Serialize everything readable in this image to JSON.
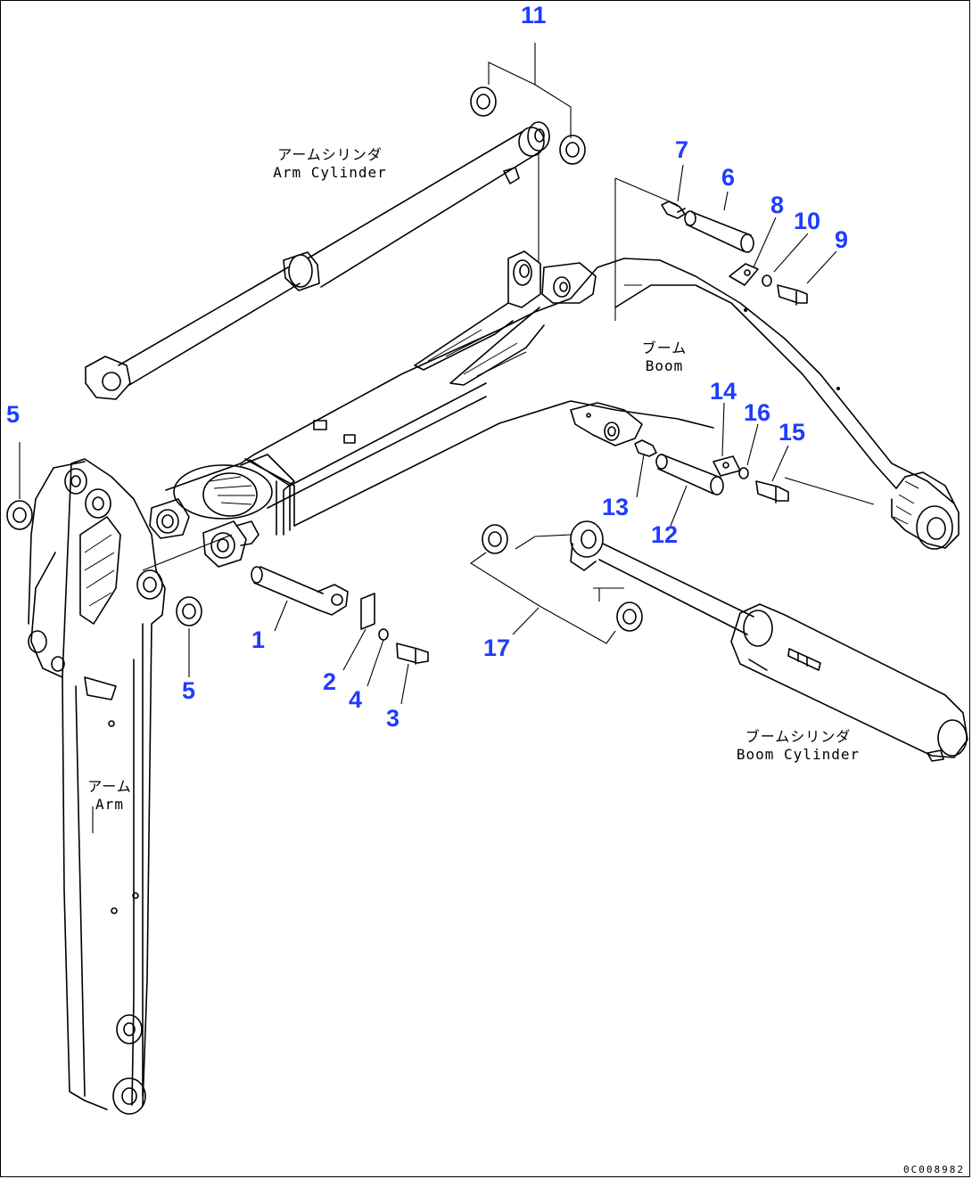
{
  "diagram": {
    "callouts": [
      "11",
      "7",
      "6",
      "8",
      "10",
      "9",
      "5",
      "14",
      "16",
      "15",
      "13",
      "12",
      "1",
      "5",
      "2",
      "4",
      "3",
      "17"
    ],
    "labels": {
      "arm_cylinder_jp": "アームシリンダ",
      "arm_cylinder_en": "Arm Cylinder",
      "boom_jp": "ブーム",
      "boom_en": "Boom",
      "arm_jp": "アーム",
      "arm_en": "Arm",
      "boom_cylinder_jp": "ブームシリンダ",
      "boom_cylinder_en": "Boom Cylinder"
    },
    "drawing_code": "0C008982",
    "colors": {
      "callout": "#1f3cff",
      "line": "#000000",
      "background": "#ffffff"
    }
  }
}
